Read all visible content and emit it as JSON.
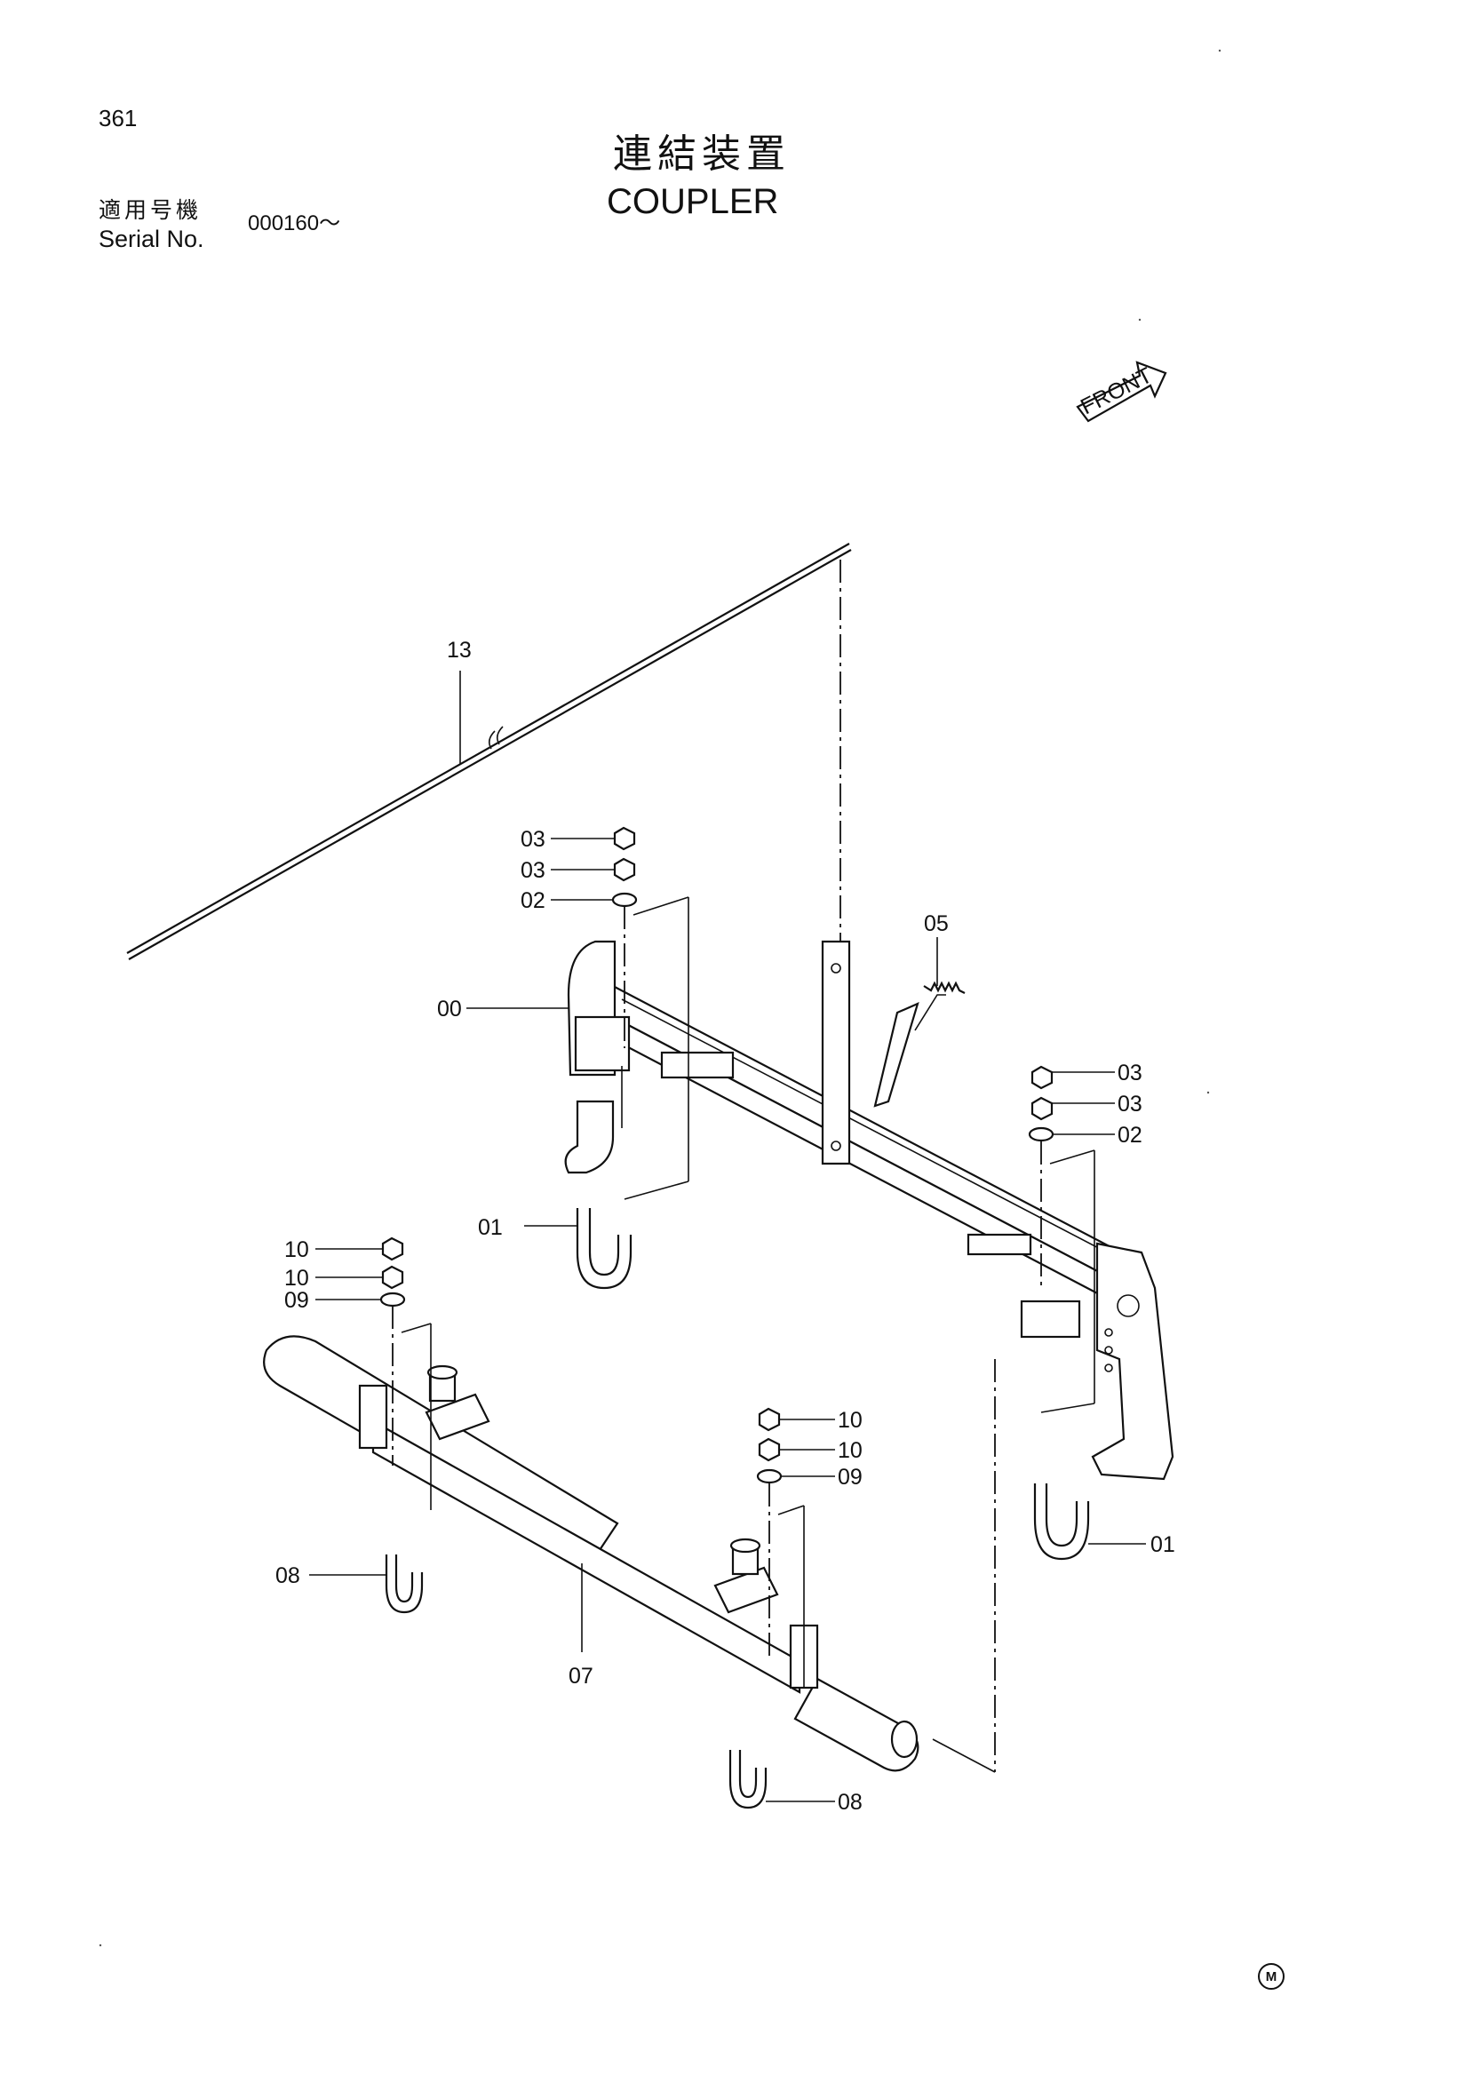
{
  "page_number": "361",
  "title_jp": "連結装置",
  "title_en": "COUPLER",
  "serial_label_jp": "適用号機",
  "serial_label_en": "Serial No.",
  "serial_value": "000160～",
  "front_label": "FRONT",
  "maker_mark": "M",
  "callouts": {
    "c13": "13",
    "c03a": "03",
    "c03b": "03",
    "c02a": "02",
    "c00": "00",
    "c05": "05",
    "c01a": "01",
    "c03c": "03",
    "c03d": "03",
    "c02b": "02",
    "c10a": "10",
    "c10b": "10",
    "c09a": "09",
    "c10c": "10",
    "c10d": "10",
    "c09b": "09",
    "c08a": "08",
    "c07": "07",
    "c01b": "01",
    "c08b": "08"
  }
}
